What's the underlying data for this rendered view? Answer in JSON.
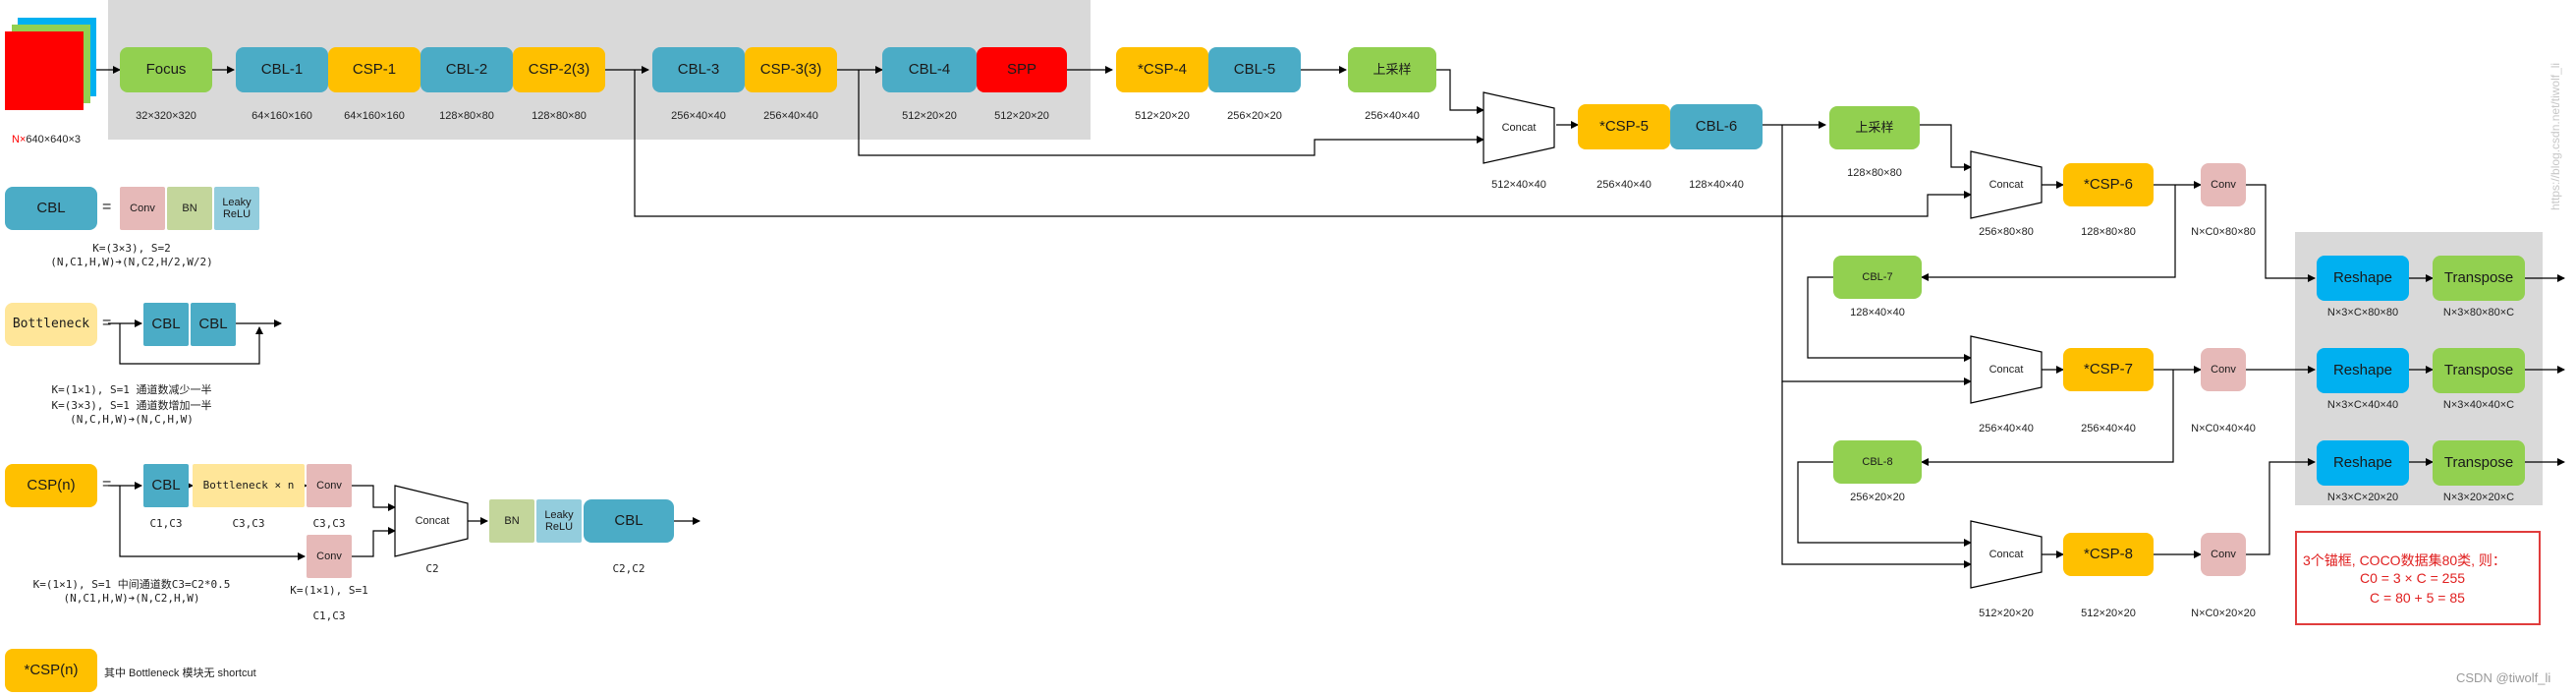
{
  "input": {
    "size_prefix": "N×",
    "size": "640×640×3"
  },
  "colors": {
    "green": "#92d050",
    "teal": "#4bacc6",
    "orange": "#ffc000",
    "red": "#ff0000",
    "pink": "#e6b9b8",
    "blue": "#00b0f0",
    "note_red": "#e02020"
  },
  "nodes": {
    "focus": "Focus",
    "cbl1": "CBL-1",
    "csp1": "CSP-1",
    "cbl2": "CBL-2",
    "csp2": "CSP-2(3)",
    "cbl3": "CBL-3",
    "csp3": "CSP-3(3)",
    "cbl4": "CBL-4",
    "spp": "SPP",
    "csp4": "*CSP-4",
    "cbl5": "CBL-5",
    "up1": "上采样",
    "concat1": "Concat",
    "csp5": "*CSP-5",
    "cbl6": "CBL-6",
    "up2": "上采样",
    "concat2": "Concat",
    "csp6": "*CSP-6",
    "conv1": "Conv",
    "cbl7": "CBL-7",
    "concat3": "Concat",
    "csp7": "*CSP-7",
    "conv2": "Conv",
    "cbl8": "CBL-8",
    "concat4": "Concat",
    "csp8": "*CSP-8",
    "conv3": "Conv",
    "reshape1": "Reshape",
    "transpose1": "Transpose",
    "reshape2": "Reshape",
    "transpose2": "Transpose",
    "reshape3": "Reshape",
    "transpose3": "Transpose"
  },
  "dims": {
    "focus": "32×320×320",
    "cbl1": "64×160×160",
    "csp1": "64×160×160",
    "cbl2": "128×80×80",
    "csp2": "128×80×80",
    "cbl3": "256×40×40",
    "csp3": "256×40×40",
    "cbl4": "512×20×20",
    "spp": "512×20×20",
    "csp4": "512×20×20",
    "cbl5": "256×20×20",
    "up1": "256×40×40",
    "concat1": "512×40×40",
    "csp5": "256×40×40",
    "cbl6": "128×40×40",
    "up2": "128×80×80",
    "concat2": "256×80×80",
    "csp6": "128×80×80",
    "conv1": "N×C0×80×80",
    "cbl7": "128×40×40",
    "concat3": "256×40×40",
    "csp7": "256×40×40",
    "conv2": "N×C0×40×40",
    "cbl8": "256×20×20",
    "concat4": "512×20×20",
    "csp8": "512×20×20",
    "conv3": "N×C0×20×20",
    "reshape1": "N×3×C×80×80",
    "transpose1": "N×3×80×80×C",
    "reshape2": "N×3×C×40×40",
    "transpose2": "N×3×40×40×C",
    "reshape3": "N×3×C×20×20",
    "transpose3": "N×3×20×20×C"
  },
  "legend": {
    "eq": "=",
    "cbl": {
      "name": "CBL",
      "conv": "Conv",
      "bn": "BN",
      "relu1": "Leaky",
      "relu2": "ReLU",
      "note1": "K=(3×3), S=2",
      "note2": "(N,C1,H,W)➔(N,C2,H/2,W/2)"
    },
    "bottleneck": {
      "name": "Bottleneck",
      "cbl_a": "CBL",
      "cbl_b": "CBL",
      "note1": "K=(1×1), S=1 通道数减少一半",
      "note2": "K=(3×3), S=1 通道数增加一半",
      "note3": "(N,C,H,W)➔(N,C,H,W)"
    },
    "csp": {
      "name": "CSP(n)",
      "cbl": "CBL",
      "bneck": "Bottleneck × n",
      "conv_a": "Conv",
      "conv_b": "Conv",
      "concat": "Concat",
      "bn": "BN",
      "relu1": "Leaky",
      "relu2": "ReLU",
      "cbl_out": "CBL",
      "d_cbl": "C1,C3",
      "d_bneck": "C3,C3",
      "d_conv_a": "C3,C3",
      "d_concat": "C2",
      "d_out": "C2,C2",
      "d_conv_b1": "K=(1×1), S=1",
      "d_conv_b2": "C1,C3",
      "note1": "K=(1×1), S=1 中间通道数C3=C2*0.5",
      "note2": "(N,C1,H,W)➔(N,C2,H,W)"
    },
    "csp_star": {
      "name": "*CSP(n)",
      "desc": "其中 Bottleneck 模块无 shortcut"
    }
  },
  "note": {
    "line1": "3个锚框, COCO数据集80类, 则：",
    "line2": "C0 = 3 × C = 255",
    "line3": "C = 80 + 5 = 85"
  },
  "watermark": {
    "corner": "CSDN @tiwolf_li",
    "vertical": "https://blog.csdn.net/tiwolf_li"
  }
}
